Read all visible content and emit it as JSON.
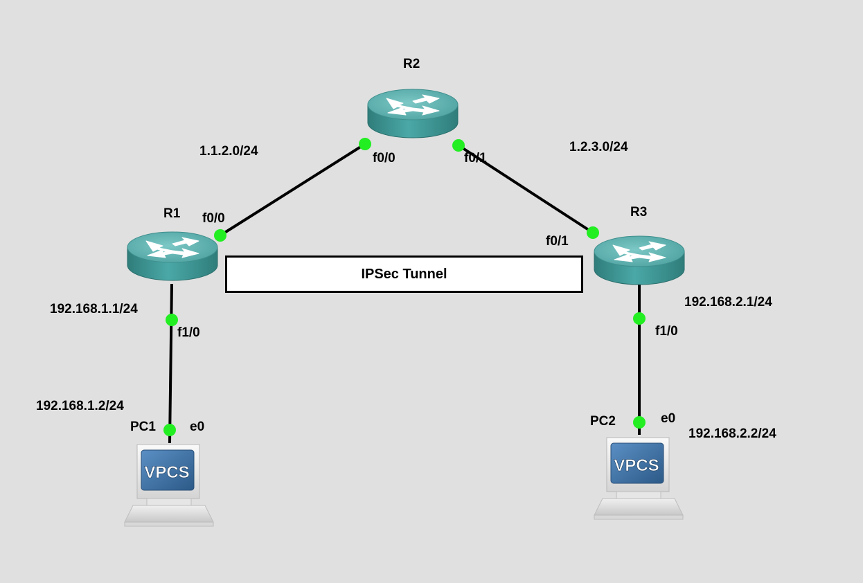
{
  "topology": {
    "nodes": {
      "r1": {
        "label": "R1",
        "type": "router"
      },
      "r2": {
        "label": "R2",
        "type": "router"
      },
      "r3": {
        "label": "R3",
        "type": "router"
      },
      "pc1": {
        "label": "PC1",
        "type": "vpcs",
        "device_text": "VPCS"
      },
      "pc2": {
        "label": "PC2",
        "type": "vpcs",
        "device_text": "VPCS"
      }
    },
    "ports": {
      "r1_f0_0": "f0/0",
      "r1_f1_0": "f1/0",
      "r2_f0_0": "f0/0",
      "r2_f0_1": "f0/1",
      "r3_f0_1": "f0/1",
      "r3_f1_0": "f1/0",
      "pc1_e0": "e0",
      "pc2_e0": "e0"
    },
    "networks": {
      "r1_r2": "1.1.2.0/24",
      "r2_r3": "1.2.3.0/24"
    },
    "addresses": {
      "r1_lan": "192.168.1.1/24",
      "pc1": "192.168.1.2/24",
      "r3_lan": "192.168.2.1/24",
      "pc2": "192.168.2.2/24"
    },
    "tunnel": {
      "label": "IPSec Tunnel"
    },
    "colors": {
      "background": "#e0e0e0",
      "link": "#000000",
      "port_dot": "#22ee22",
      "router_body": "#3d9a98",
      "router_top": "#5fb8b6",
      "vpcs_screen": "#3f6f9f"
    }
  }
}
